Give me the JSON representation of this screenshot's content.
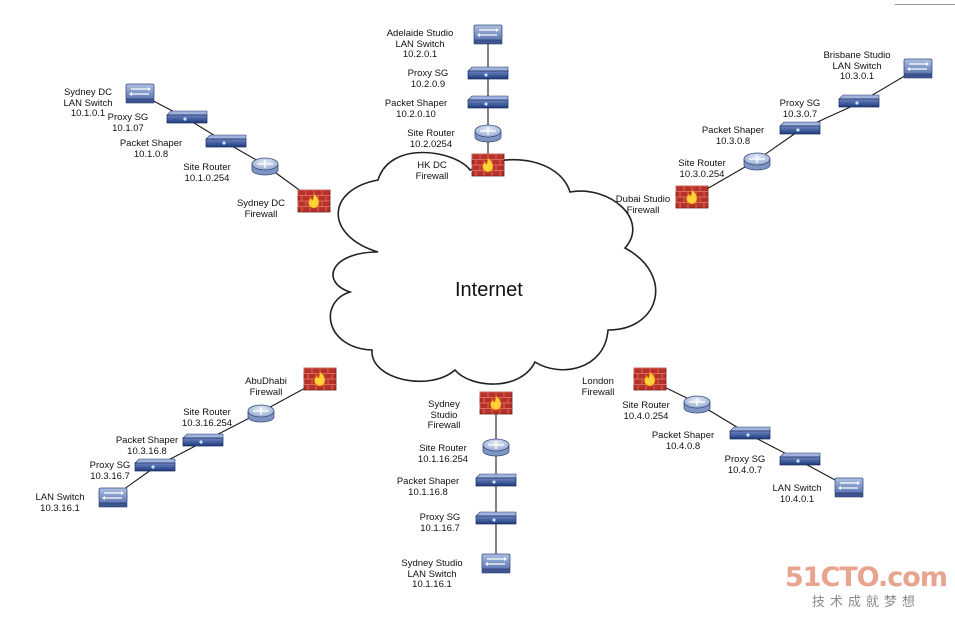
{
  "internet_label": "Internet",
  "watermark": {
    "logo": "51CTO.com",
    "subtitle": "技术成就梦想"
  },
  "sites": {
    "sydney_dc": {
      "lan_switch": [
        "Sydney DC",
        "LAN Switch",
        "10.1.0.1"
      ],
      "proxy_sg": [
        "Proxy SG",
        "10.1.07"
      ],
      "packet_shaper": [
        "Packet Shaper",
        "10.1.0.8"
      ],
      "site_router": [
        "Site Router",
        "10.1.0.254"
      ],
      "firewall": [
        "Sydney DC",
        "Firewall"
      ]
    },
    "adelaide": {
      "lan_switch": [
        "Adelaide Studio",
        "LAN Switch",
        "10.2.0.1"
      ],
      "proxy_sg": [
        "Proxy SG",
        "10.2.0.9"
      ],
      "packet_shaper": [
        "Packet Shaper",
        "10.2.0.10"
      ],
      "site_router": [
        "Site Router",
        "10.2.0254"
      ],
      "firewall": [
        "HK DC",
        "Firewall"
      ]
    },
    "brisbane": {
      "lan_switch": [
        "Brisbane Studio",
        "LAN Switch",
        "10.3.0.1"
      ],
      "proxy_sg": [
        "Proxy SG",
        "10.3.0.7"
      ],
      "packet_shaper": [
        "Packet Shaper",
        "10.3.0.8"
      ],
      "site_router": [
        "Site Router",
        "10.3.0.254"
      ],
      "firewall": [
        "Dubai Studio",
        "Firewall"
      ]
    },
    "abudhabi": {
      "firewall": [
        "AbuDhabi",
        "Firewall"
      ],
      "site_router": [
        "Site Router",
        "10.3.16.254"
      ],
      "packet_shaper": [
        "Packet Shaper",
        "10.3.16.8"
      ],
      "proxy_sg": [
        "Proxy SG",
        "10.3.16.7"
      ],
      "lan_switch": [
        "LAN Switch",
        "10.3.16.1"
      ]
    },
    "sydney_studio": {
      "firewall": [
        "Sydney",
        "Studio",
        "Firewall"
      ],
      "site_router": [
        "Site Router",
        "10.1.16.254"
      ],
      "packet_shaper": [
        "Packet Shaper",
        "10.1.16.8"
      ],
      "proxy_sg": [
        "Proxy SG",
        "10.1.16.7"
      ],
      "lan_switch": [
        "Sydney Studio",
        "LAN Switch",
        "10.1.16.1"
      ]
    },
    "london": {
      "firewall": [
        "London",
        "Firewall"
      ],
      "site_router": [
        "Site Router",
        "10.4.0.254"
      ],
      "packet_shaper": [
        "Packet Shaper",
        "10.4.0.8"
      ],
      "proxy_sg": [
        "Proxy SG",
        "10.4.0.7"
      ],
      "lan_switch": [
        "LAN Switch",
        "10.4.0.1"
      ]
    }
  }
}
